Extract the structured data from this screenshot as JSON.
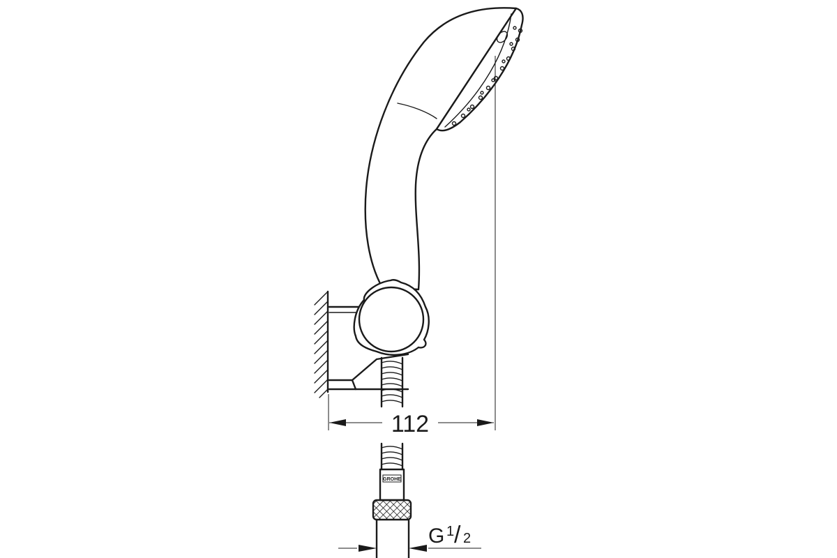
{
  "dimensions": {
    "width_label": "112",
    "thread_label": "G",
    "thread_fraction_numerator": "1",
    "thread_fraction_denominator": "2"
  },
  "brand_mark": {
    "text": "GROHE"
  },
  "colors": {
    "line": "#1a1a1a",
    "background": "#ffffff"
  }
}
